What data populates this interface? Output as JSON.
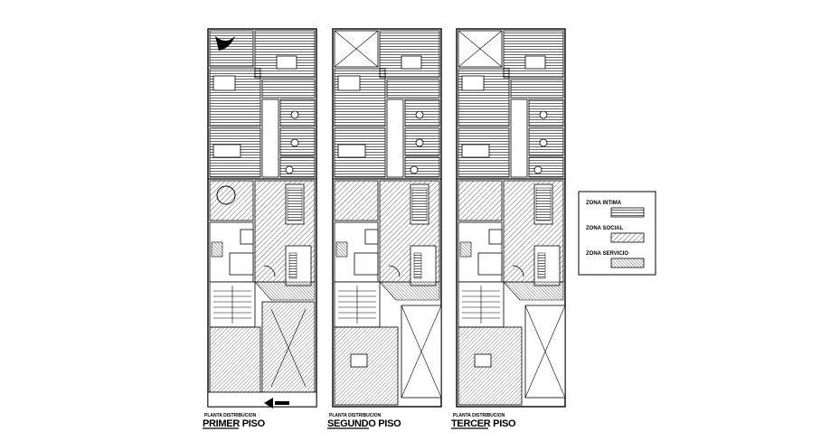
{
  "plans": [
    {
      "id": "primer",
      "subtitle": "PLANTA DISTRIBUCION",
      "title": "PRIMER PISO"
    },
    {
      "id": "segundo",
      "subtitle": "PLANTA DISTRIBUCION",
      "title": "SEGUNDO PISO"
    },
    {
      "id": "tercer",
      "subtitle": "PLANTA DISTRIBUCION",
      "title": "TERCER PISO"
    }
  ],
  "legend": {
    "items": [
      {
        "label": "ZONA INTIMA",
        "pattern": "horizontal"
      },
      {
        "label": "ZONA SOCIAL",
        "pattern": "diagonal"
      },
      {
        "label": "ZONA SERVICIO",
        "pattern": "dense-diagonal"
      }
    ]
  },
  "colors": {
    "line": "#000000",
    "background": "#ffffff"
  }
}
